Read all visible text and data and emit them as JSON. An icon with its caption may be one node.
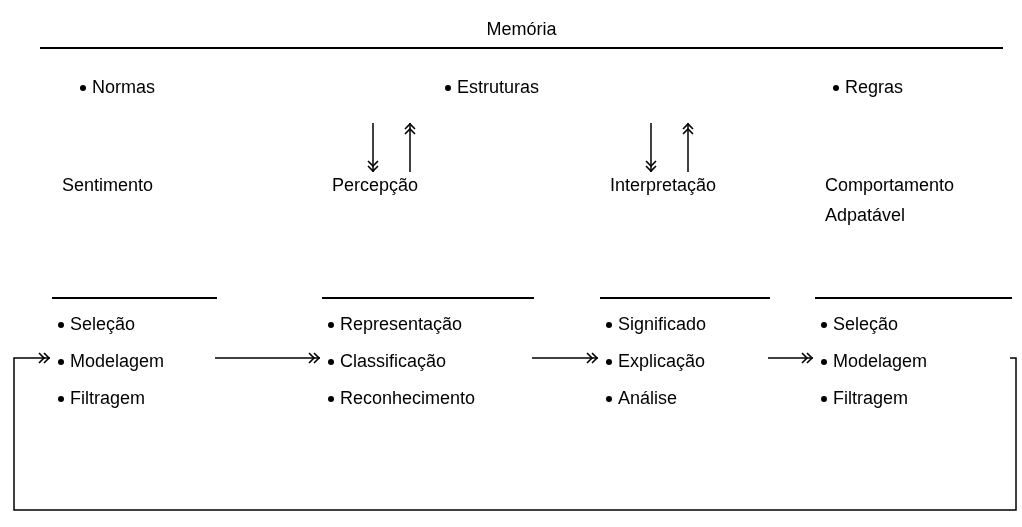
{
  "diagram": {
    "nodes": [
      {
        "text": [
          "Memória",
          "Normas",
          "Estruturas",
          "Regras"
        ]
      },
      {
        "text": [
          "Sentimento",
          "Seleção",
          "Modelagem",
          "Filtragem"
        ]
      },
      {
        "text": [
          "Percepção",
          "Representação",
          "Classificação",
          "Reconhecimento"
        ]
      },
      {
        "text": [
          "Interpretação",
          "Significado",
          "Explicação",
          "Análise"
        ]
      },
      {
        "text": [
          "Comportamento Adpatável",
          "Seleção",
          "Modelagem",
          "Filtragem"
        ]
      }
    ],
    "edges": [
      {
        "from": 0,
        "to": 2,
        "arrow": "to"
      },
      {
        "from": 2,
        "to": 0,
        "arrow": "to"
      },
      {
        "from": 0,
        "to": 3,
        "arrow": "to"
      },
      {
        "from": 3,
        "to": 0,
        "arrow": "to"
      },
      {
        "from": 1,
        "to": 2,
        "arrow": "to"
      },
      {
        "from": 2,
        "to": 3,
        "arrow": "to"
      },
      {
        "from": 3,
        "to": 4,
        "arrow": "to"
      },
      {
        "from": 4,
        "to": 1,
        "arrow": "to"
      }
    ]
  }
}
